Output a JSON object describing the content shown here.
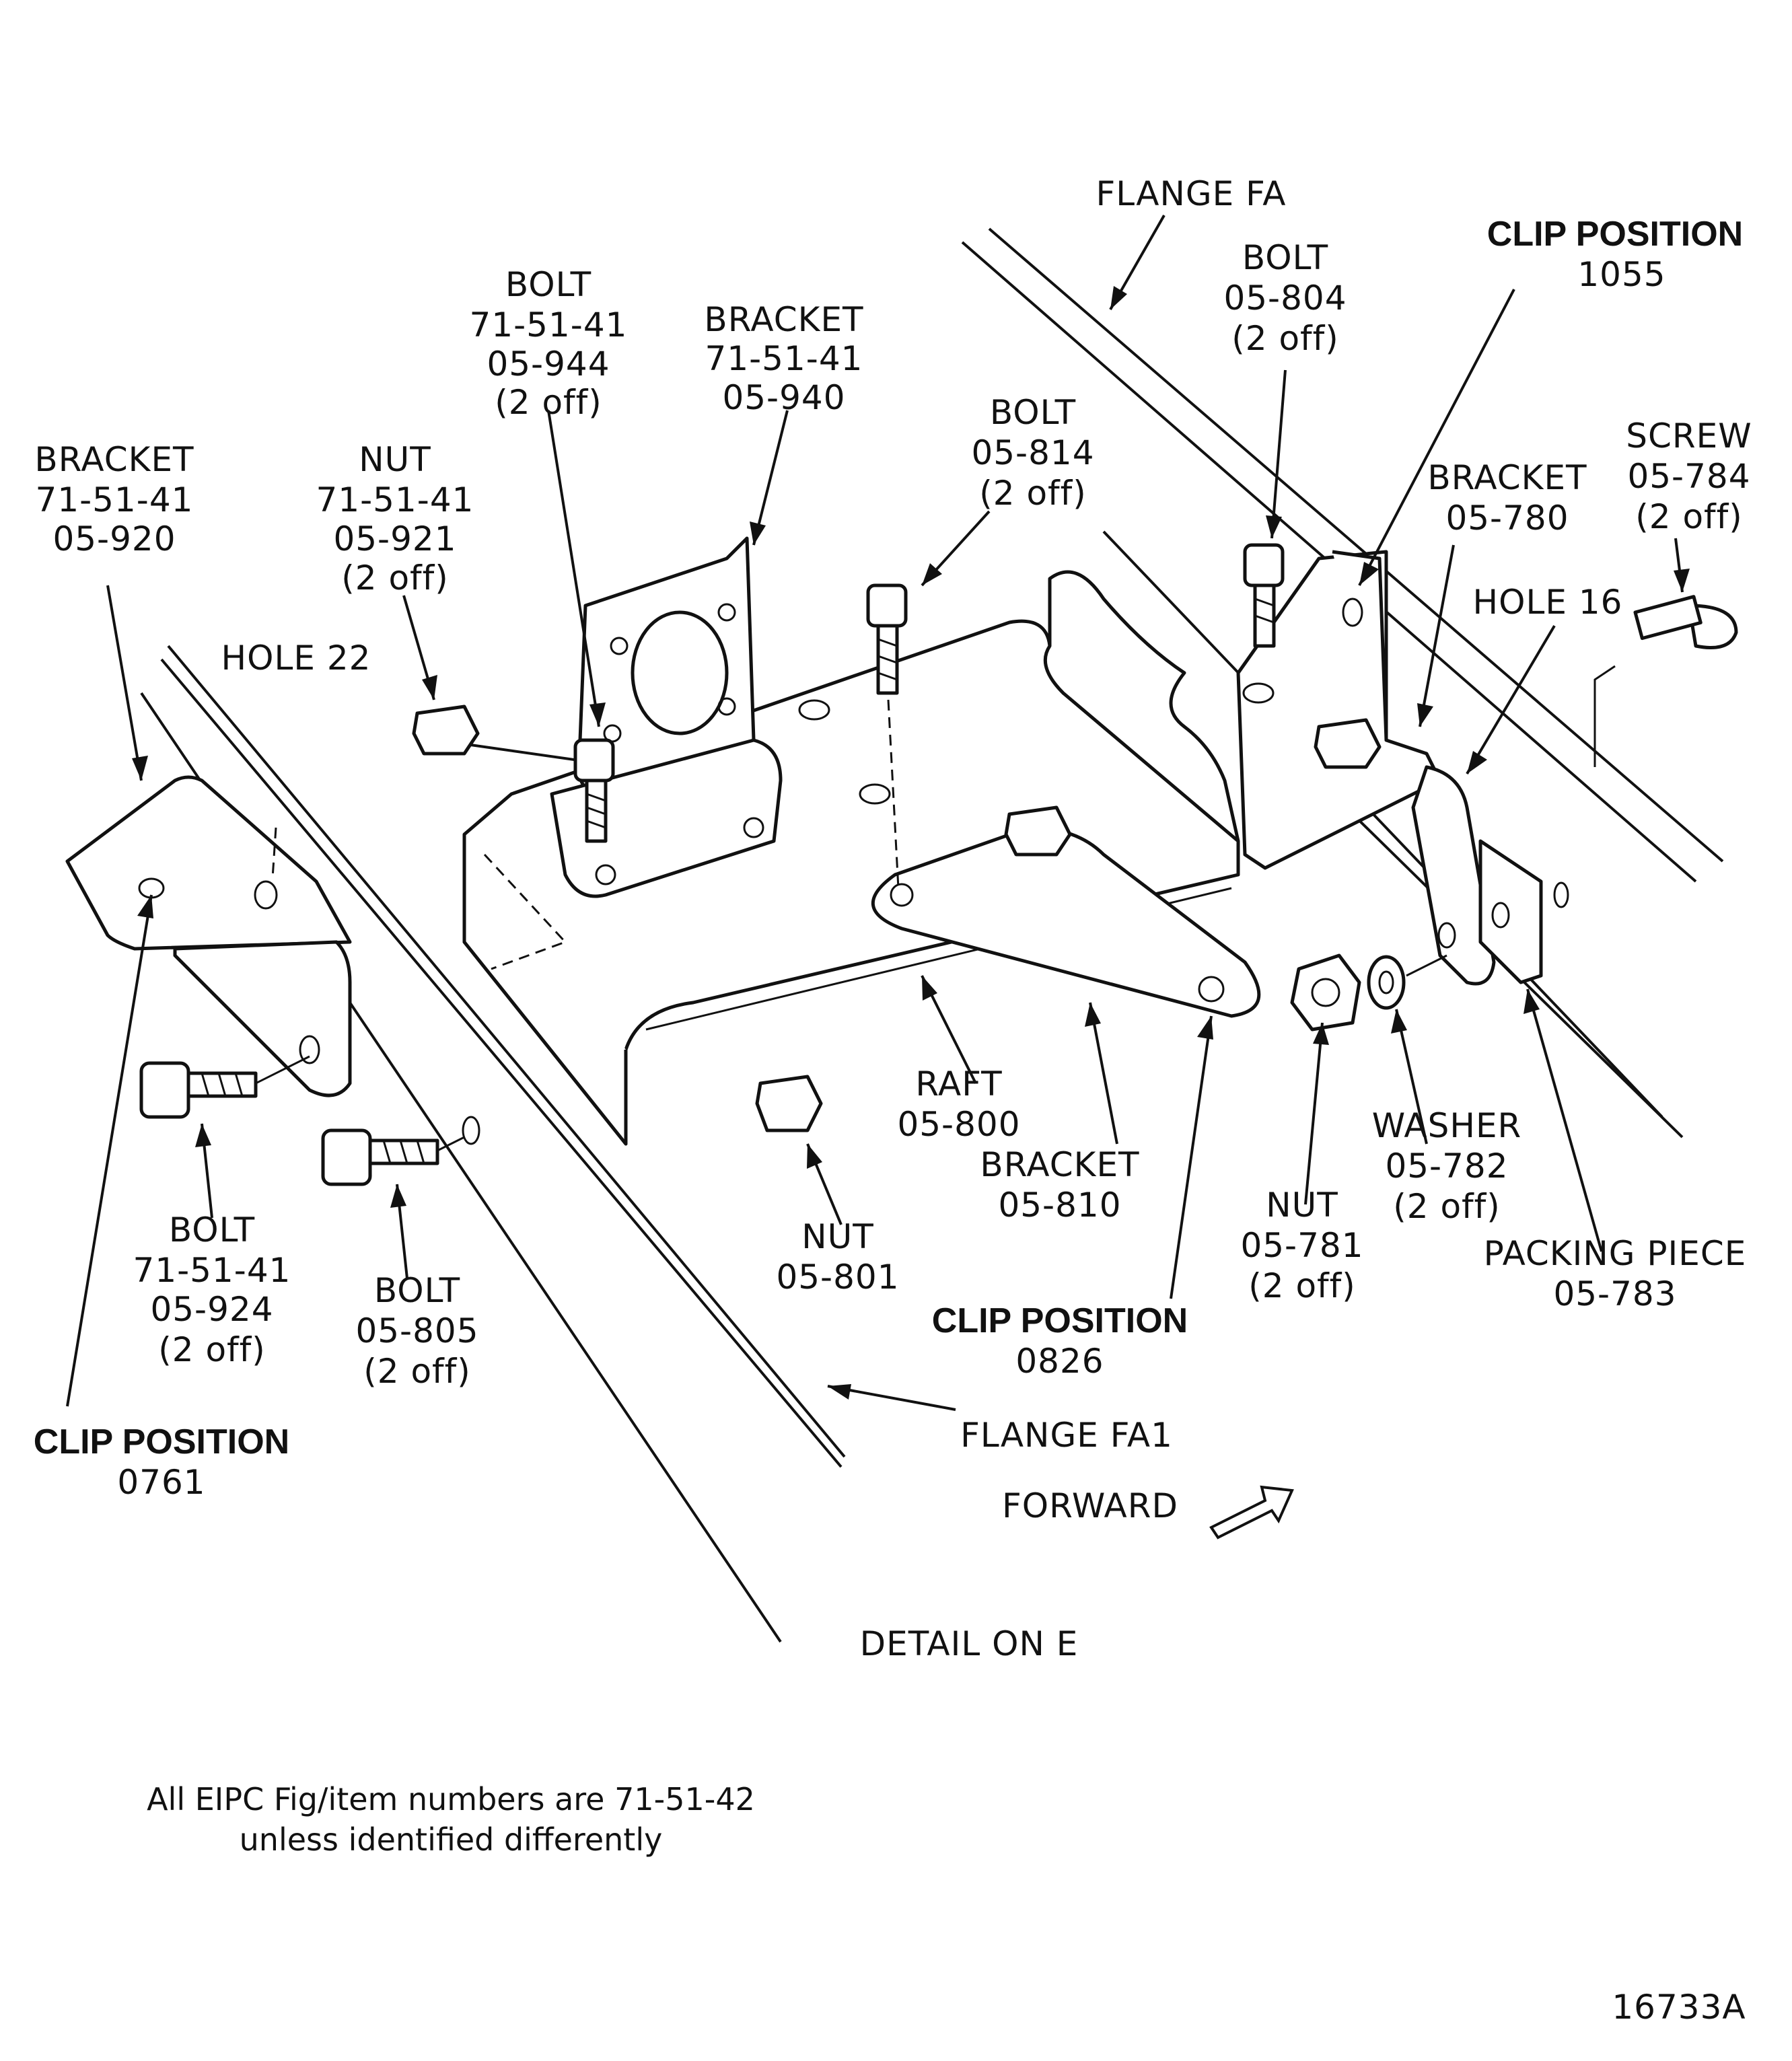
{
  "drawing": {
    "detail_title": "DETAIL ON E",
    "note_line1": "All EIPC Fig/item numbers are 71-51-42",
    "note_line2": "unless identified differently",
    "drawing_number": "16733A",
    "forward_label": "FORWARD"
  },
  "labels": {
    "flange_fa": [
      "FLANGE FA"
    ],
    "flange_fa1": [
      "FLANGE FA1"
    ],
    "bolt_05_944": [
      "BOLT",
      "71-51-41",
      "05-944",
      "(2 off)"
    ],
    "bracket_05_940": [
      "BRACKET",
      "71-51-41",
      "05-940"
    ],
    "bracket_05_920": [
      "BRACKET",
      "71-51-41",
      "05-920"
    ],
    "nut_05_921": [
      "NUT",
      "71-51-41",
      "05-921",
      "(2 off)"
    ],
    "hole_22": [
      "HOLE 22"
    ],
    "bolt_05_814": [
      "BOLT",
      "05-814",
      "(2 off)"
    ],
    "bolt_05_804": [
      "BOLT",
      "05-804",
      "(2 off)"
    ],
    "clip_position_1055": [
      "CLIP POSITION",
      "1055"
    ],
    "screw_05_784": [
      "SCREW",
      "05-784",
      "(2 off)"
    ],
    "bracket_05_780": [
      "BRACKET",
      "05-780"
    ],
    "hole_16": [
      "HOLE 16"
    ],
    "raft_05_800": [
      "RAFT",
      "05-800"
    ],
    "bracket_05_810": [
      "BRACKET",
      "05-810"
    ],
    "nut_05_801": [
      "NUT",
      "05-801"
    ],
    "bolt_05_924": [
      "BOLT",
      "71-51-41",
      "05-924",
      "(2 off)"
    ],
    "bolt_05_805": [
      "BOLT",
      "05-805",
      "(2 off)"
    ],
    "clip_position_0826": [
      "CLIP POSITION",
      "0826"
    ],
    "clip_position_0761": [
      "CLIP POSITION",
      "0761"
    ],
    "nut_05_781": [
      "NUT",
      "05-781",
      "(2 off)"
    ],
    "washer_05_782": [
      "WASHER",
      "05-782",
      "(2 off)"
    ],
    "packing_piece_05_783": [
      "PACKING PIECE",
      "05-783"
    ]
  }
}
